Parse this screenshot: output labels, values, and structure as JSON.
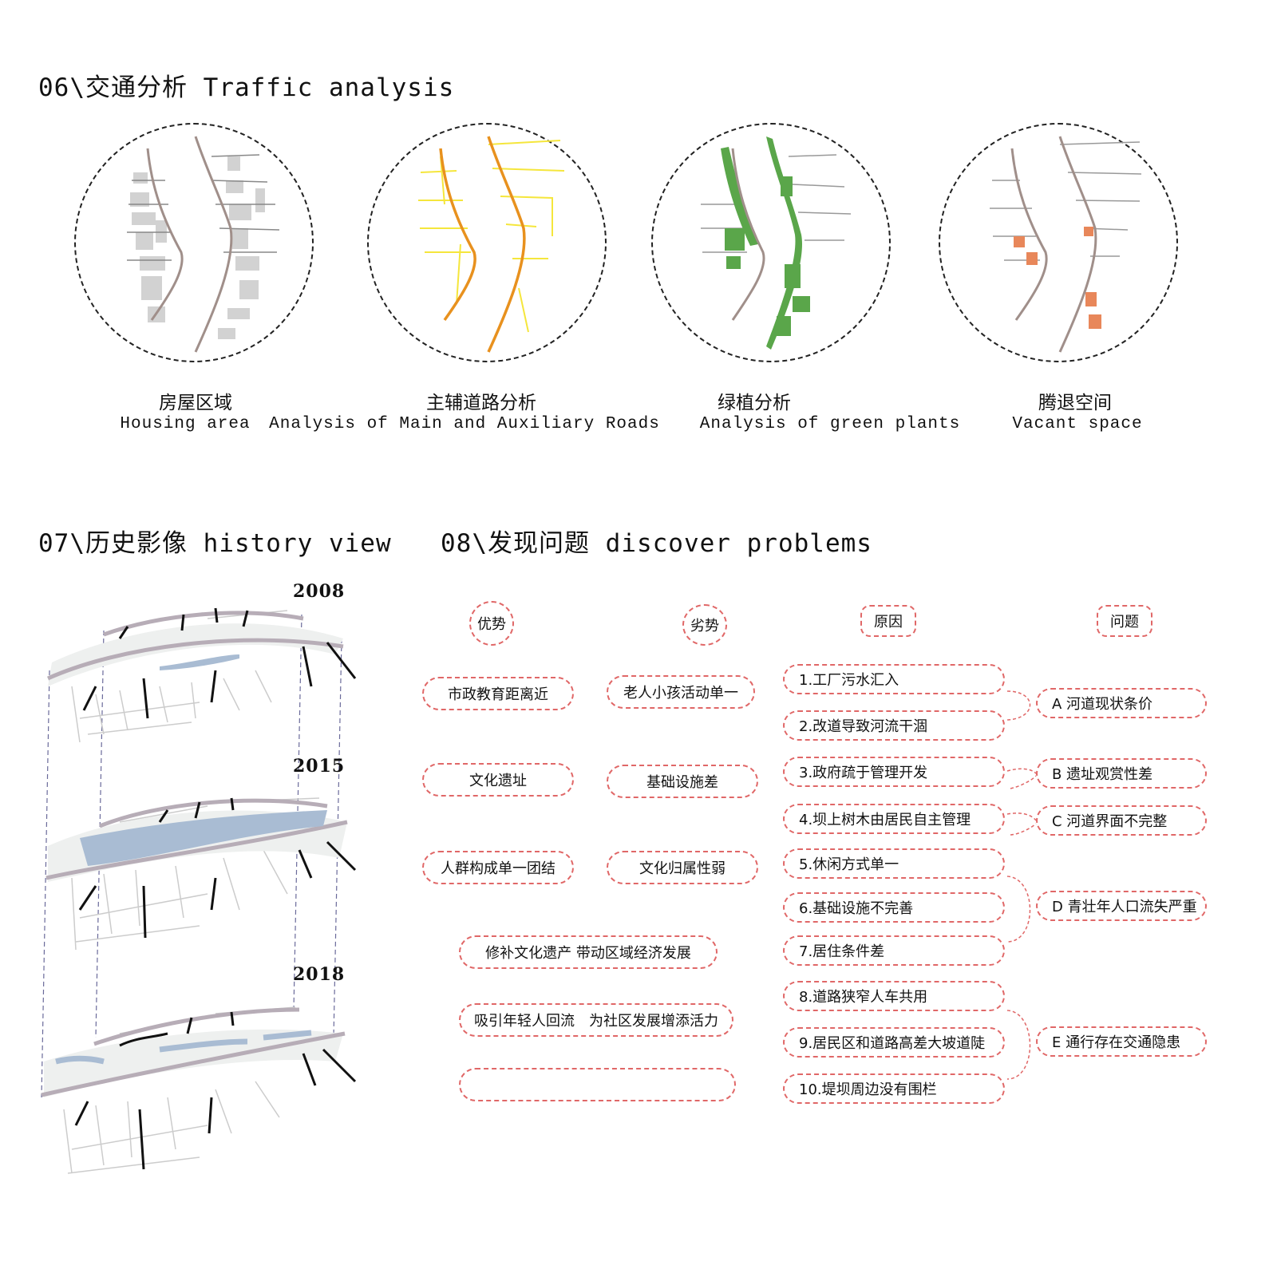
{
  "sections": {
    "traffic_title": "06\\交通分析 Traffic analysis",
    "history_title": "07\\历史影像 history view",
    "problems_title": "08\\发现问题 discover problems"
  },
  "circles": [
    {
      "cn": "房屋区域",
      "en": "Housing area"
    },
    {
      "cn": "主辅道路分析",
      "en": "Analysis of Main and Auxiliary Roads"
    },
    {
      "cn": "绿植分析",
      "en": "Analysis of green plants"
    },
    {
      "cn": "腾退空间",
      "en": "Vacant space"
    }
  ],
  "colors": {
    "house": "#cfcfcf",
    "river_bank": "#a08f8a",
    "main_road": "#e8911e",
    "aux_road": "#f5e63c",
    "green": "#5aa64a",
    "vacant": "#e8875a",
    "dash": "#e06767"
  },
  "years": [
    "2008",
    "2015",
    "2018"
  ],
  "swot": {
    "adv_header": "优势",
    "dis_header": "劣势",
    "advantages": [
      "市政教育距离近",
      "文化遗址",
      "人群构成单一团结"
    ],
    "disadvantages": [
      "老人小孩活动单一",
      "基础设施差",
      "文化归属性弱"
    ],
    "strategies": [
      "修补文化遗产 带动区域经济发展",
      "吸引年轻人回流　为社区发展增添活力",
      ""
    ]
  },
  "causes": {
    "header": "原因",
    "items": [
      "1.工厂污水汇入",
      "2.改道导致河流干涸",
      "3.政府疏于管理开发",
      "4.坝上树木由居民自主管理",
      "5.休闲方式单一",
      "6.基础设施不完善",
      "7.居住条件差",
      "8.道路狭窄人车共用",
      "9.居民区和道路高差大坡道陡",
      "10.堤坝周边没有围栏"
    ]
  },
  "problems": {
    "header": "问题",
    "items": [
      "A 河道现状条价",
      "B 遗址观赏性差",
      "C 河道界面不完整",
      "D 青壮年人口流失严重",
      "E 通行存在交通隐患"
    ]
  }
}
